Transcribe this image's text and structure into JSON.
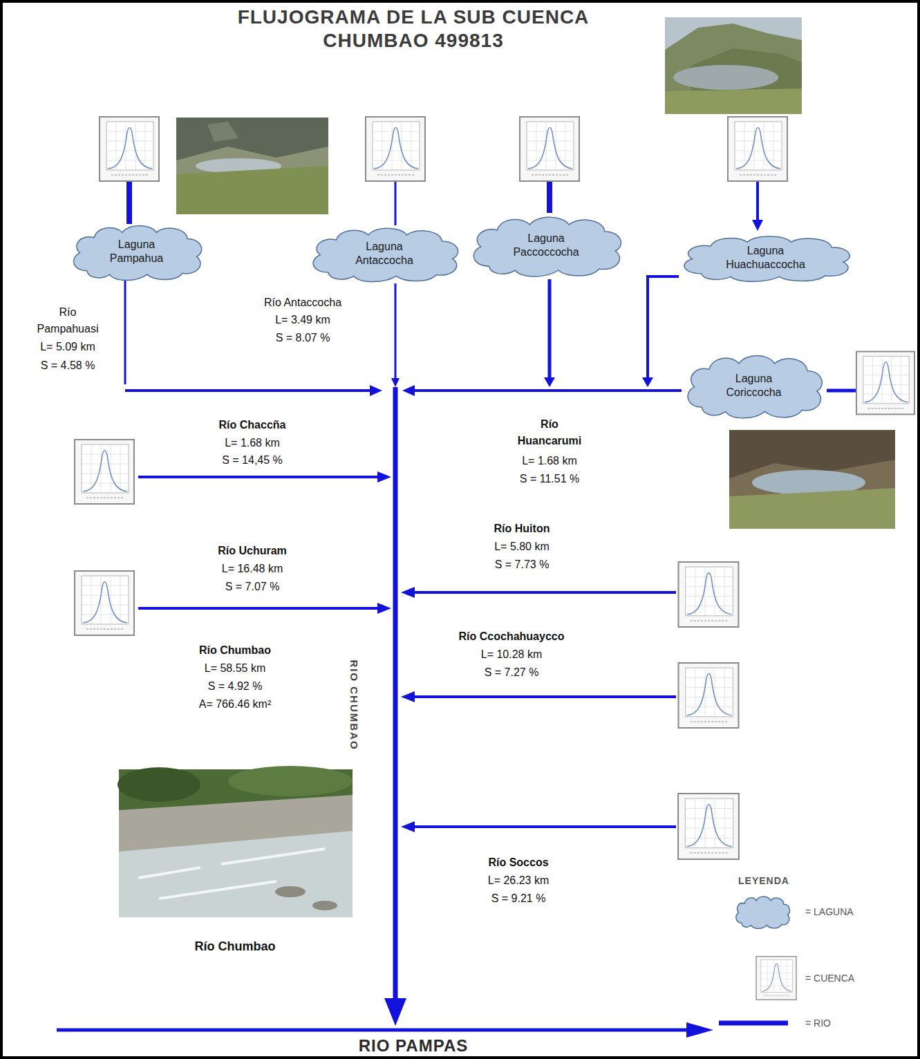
{
  "diagram": {
    "title": "FLUJOGRAMA DE LA SUB CUENCA CHUMBAO 499813",
    "nodes": [
      {
        "text": [
          "Laguna Pampahua"
        ]
      },
      {
        "text": [
          "Laguna Antaccocha"
        ]
      },
      {
        "text": [
          "Laguna Paccoccocha"
        ]
      },
      {
        "text": [
          "Laguna Huachuaccocha"
        ]
      },
      {
        "text": [
          "Laguna Coriccocha"
        ]
      }
    ],
    "labels": [
      "Río Pampahuasi",
      "L= 5.09 km",
      "S = 4.58 %",
      "Río Antaccocha",
      "L= 3.49 km",
      "S = 8.07 %",
      "Río Chaccña",
      "L= 1.68 km",
      "S = 14,45 %",
      "Río Huancarumi",
      "L= 1.68 km",
      "S = 11.51 %",
      "Río Huiton",
      "L= 5.80 km",
      "S = 7.73 %",
      "Río Uchuram",
      "L= 16.48 km",
      "S = 7.07 %",
      "Río Chumbao",
      "L= 58.55 km",
      "S = 4.92 %",
      "A= 766.46 km²",
      "Río Ccochahuaycco",
      "L= 10.28 km",
      "S = 7.27 %",
      "RIO CHUMBAO",
      "Río Soccos",
      "L= 26.23 km",
      "S = 9.21 %",
      "LEYENDA",
      "Río Chumbao",
      "RIO PAMPAS"
    ],
    "legend": [
      {
        "text": "= LAGUNA"
      },
      {
        "text": "= CUENCA"
      },
      {
        "text": "= RIO"
      }
    ]
  }
}
